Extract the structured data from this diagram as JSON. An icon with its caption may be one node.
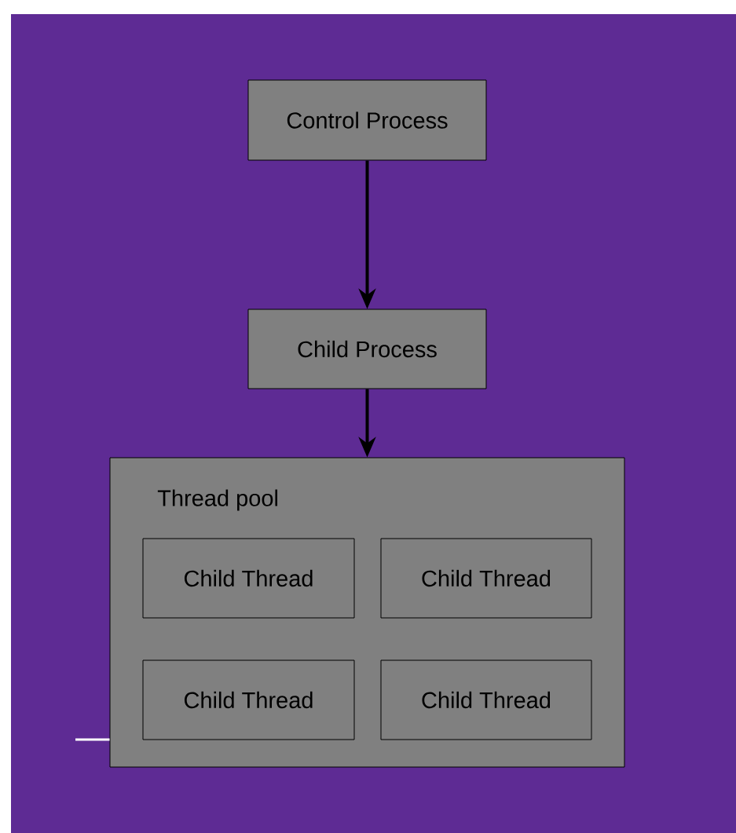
{
  "diagram": {
    "nodes": [
      {
        "text": [
          "Control Process"
        ]
      },
      {
        "text": [
          "Child Process"
        ]
      },
      {
        "text": [
          "Thread pool"
        ]
      },
      {
        "text": [
          "Child Thread"
        ],
        "in": 2
      },
      {
        "text": [
          "Child Thread"
        ],
        "in": 2
      },
      {
        "text": [
          "Child Thread"
        ],
        "in": 2
      },
      {
        "text": [
          "Child Thread"
        ],
        "in": 2
      }
    ],
    "edges": [
      {
        "from": 0,
        "to": 1,
        "arrow": "to"
      },
      {
        "from": 1,
        "to": 2,
        "arrow": "to"
      },
      {
        "from": null,
        "to": 2,
        "arrow": "none",
        "color": "#ffffff"
      }
    ]
  }
}
